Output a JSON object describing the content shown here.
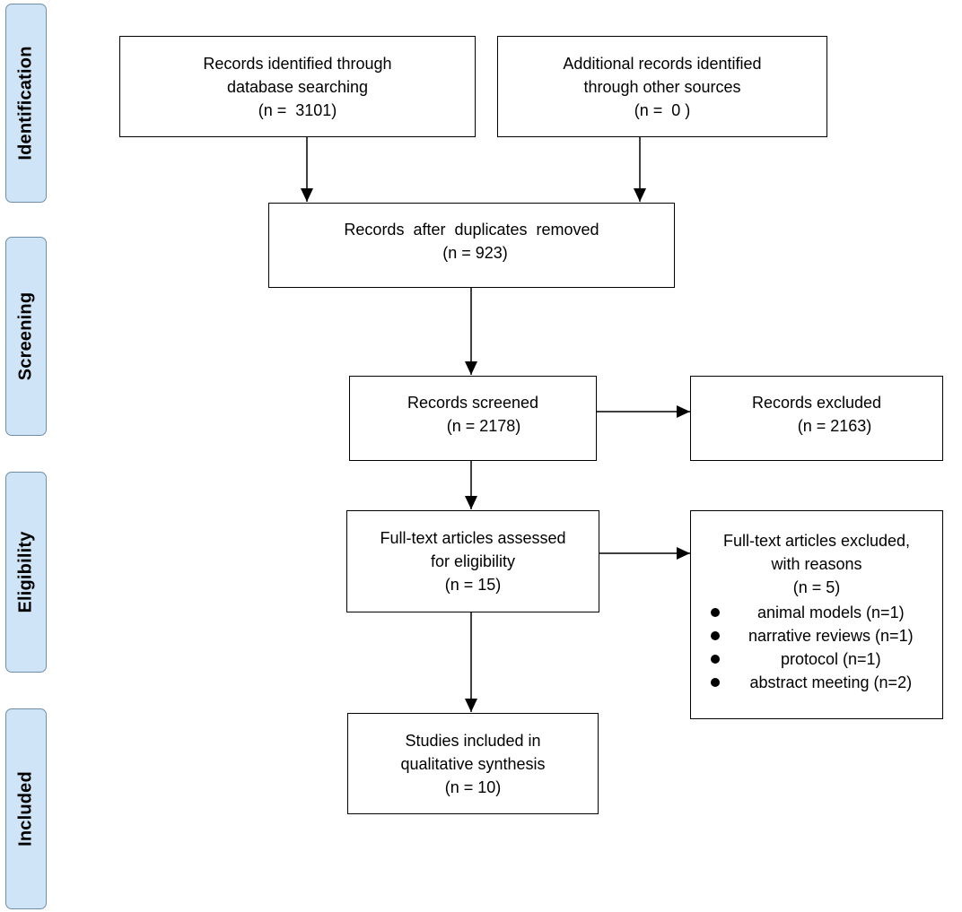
{
  "stages": [
    {
      "id": "identification",
      "label": "Identification"
    },
    {
      "id": "screening",
      "label": "Screening"
    },
    {
      "id": "eligibility",
      "label": "Eligibility"
    },
    {
      "id": "included",
      "label": "Included"
    }
  ],
  "boxes": {
    "database_search": {
      "line1": "Records identified through",
      "line2": "database searching",
      "count": "(n =  3101)"
    },
    "other_sources": {
      "line1": "Additional records identified",
      "line2": "through other sources",
      "count": "(n =  0 )"
    },
    "duplicates_removed": {
      "line1": "Records  after  duplicates  removed",
      "count": "(n = 923)"
    },
    "screened": {
      "line1": "Records screened",
      "count": "(n = 2178)"
    },
    "excluded": {
      "line1": "Records excluded",
      "count": "(n = 2163)"
    },
    "fulltext_assessed": {
      "line1": "Full-text articles assessed",
      "line2": "for eligibility",
      "count": "(n = 15)"
    },
    "fulltext_excluded": {
      "line1": "Full-text articles excluded,",
      "line2": "with reasons",
      "count": "(n = 5)",
      "reasons": [
        "animal models (n=1)",
        "narrative reviews (n=1)",
        "protocol (n=1)",
        "abstract meeting (n=2)"
      ]
    },
    "included": {
      "line1": "Studies included in",
      "line2": "qualitative synthesis",
      "count": "(n = 10)"
    }
  },
  "colors": {
    "stage_fill": "#cfe5f7",
    "stage_border": "#6f8fa8",
    "line": "#000000"
  }
}
